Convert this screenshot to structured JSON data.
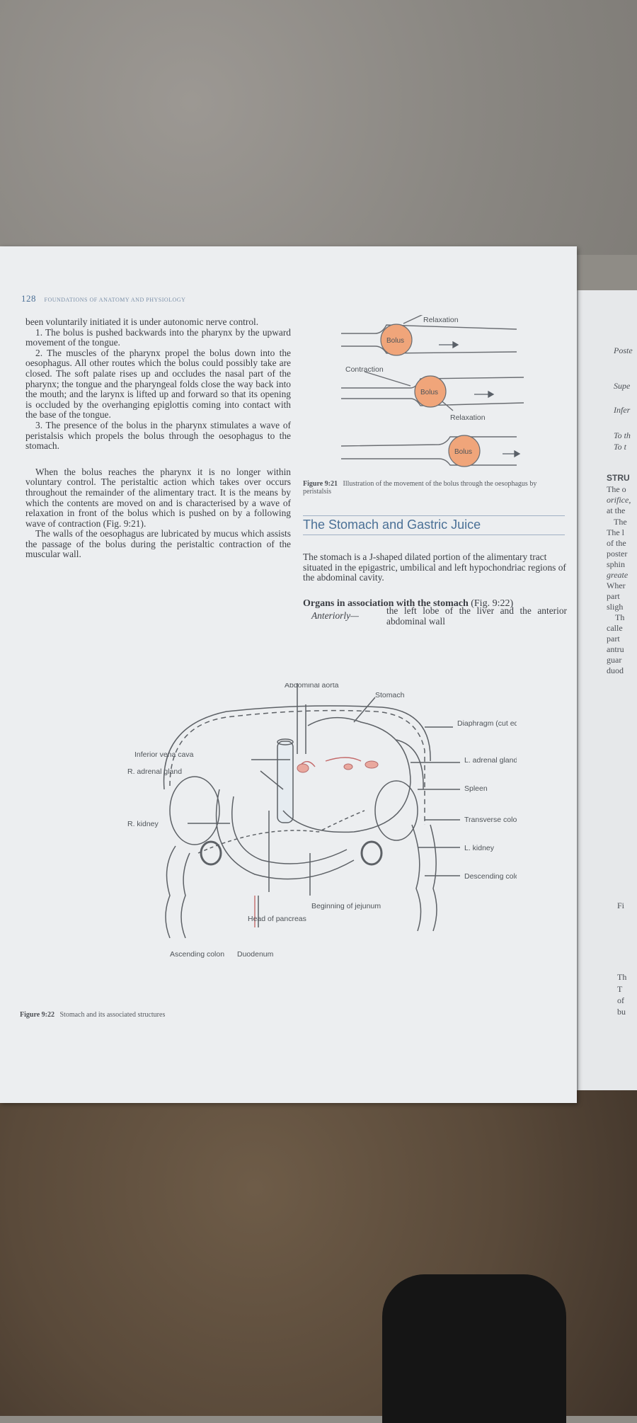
{
  "page": {
    "number": "128",
    "running_head": "FOUNDATIONS OF ANATOMY AND PHYSIOLOGY"
  },
  "left_column": {
    "p1": "been voluntarily initiated it is under autonomic nerve control.",
    "p2": "1. The bolus is pushed backwards into the pharynx by the upward movement of the tongue.",
    "p3": "2. The muscles of the pharynx propel the bolus down into the oesophagus. All other routes which the bolus could possibly take are closed. The soft palate rises up and occludes the nasal part of the pharynx; the tongue and the pharyngeal folds close the way back into the mouth; and the larynx is lifted up and forward so that its opening is occluded by the overhanging epiglottis coming into contact with the base of the tongue.",
    "p4": "3. The presence of the bolus in the pharynx stimulates a wave of peristalsis which propels the bolus through the oesophagus to the stomach.",
    "p5": "When the bolus reaches the pharynx it is no longer within voluntary control. The peristaltic action which takes over occurs throughout the remainder of the alimentary tract. It is the means by which the contents are moved on and is characterised by a wave of relaxation in front of the bolus which is pushed on by a following wave of contraction (Fig. 9:21).",
    "p6": "The walls of the oesophagus are lubricated by mucus which assists the passage of the bolus during the peristaltic contraction of the muscular wall."
  },
  "figure_921": {
    "labels": {
      "relaxation_1": "Relaxation",
      "bolus_1": "Bolus",
      "contraction": "Contraction",
      "bolus_2": "Bolus",
      "relaxation_2": "Relaxation",
      "bolus_3": "Bolus"
    },
    "caption_number": "Figure 9:21",
    "caption_text": "Illustration of the movement of the bolus through the oesophagus by peristalsis",
    "bolus_color": "#f0a57a"
  },
  "section": {
    "title": "The Stomach and Gastric Juice",
    "intro": "The stomach is a J-shaped dilated portion of the alimentary tract situated in the epigastric, umbilical and left hypochondriac regions of the abdominal cavity.",
    "organs_heading": "Organs in association with the stomach",
    "organs_ref": "(Fig. 9:22)",
    "anteriorly_label": "Anteriorly—",
    "anteriorly_text": "the left lobe of the liver and the anterior abdominal wall"
  },
  "figure_922": {
    "labels": {
      "abdominal_aorta": "Abdominal aorta",
      "stomach": "Stomach",
      "diaphragm": "Diaphragm (cut edge)",
      "inferior_vena_cava": "Inferior vena cava",
      "r_adrenal": "R. adrenal gland",
      "l_adrenal": "L. adrenal gland",
      "spleen": "Spleen",
      "r_kidney": "R. kidney",
      "transverse_colon": "Transverse colon (cut)",
      "l_kidney": "L. kidney",
      "descending_colon": "Descending colon",
      "beginning_jejunum": "Beginning of jejunum",
      "head_pancreas": "Head of pancreas",
      "ascending_colon": "Ascending colon",
      "duodenum": "Duodenum"
    },
    "caption_number": "Figure 9:22",
    "caption_text": "Stomach and its associated structures"
  },
  "adjacent_page_fragments": [
    "Poste",
    "Supe",
    "Infer",
    "To th",
    "To t",
    "STRU",
    "The o",
    "orifice,",
    "at the",
    "The",
    "The l",
    "of the",
    "poster",
    "sphin",
    "greate",
    "Wher",
    "part",
    "sligh",
    "Th",
    "calle",
    "part",
    "antru",
    "guar",
    "duod",
    "Fi",
    "Th",
    "T",
    "of",
    "bu"
  ]
}
